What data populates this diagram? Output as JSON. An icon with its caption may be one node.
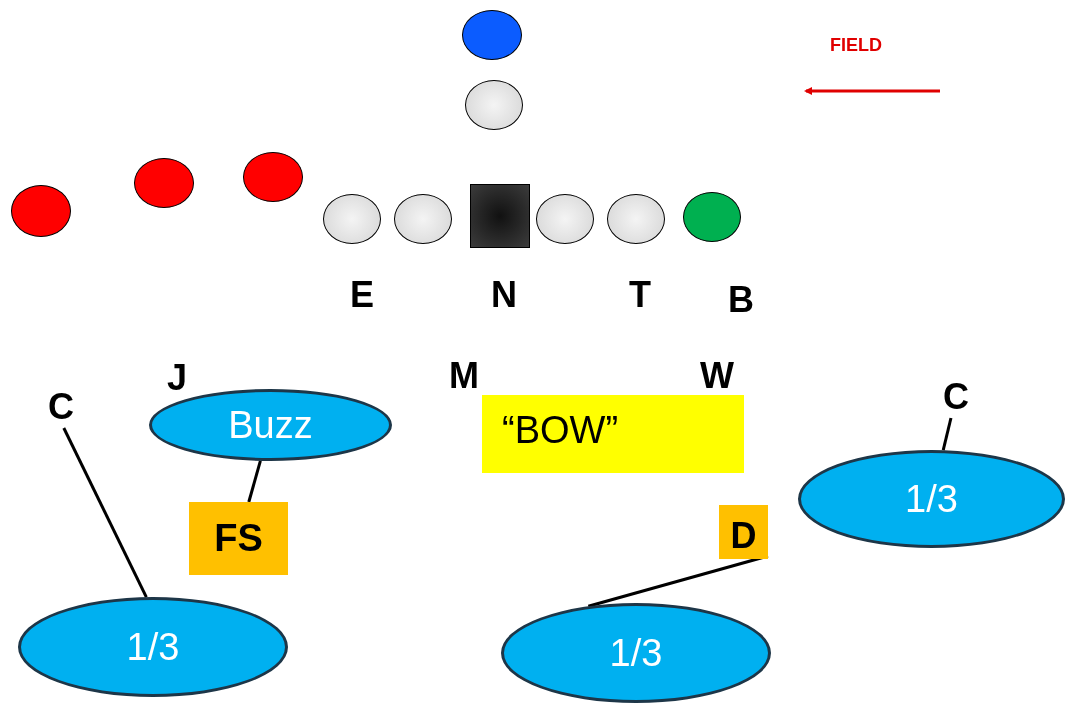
{
  "diagram": {
    "nodes": [
      {
        "text": [],
        "shape": "circle"
      },
      {
        "text": [],
        "shape": "circle"
      },
      {
        "text": [],
        "shape": "circle"
      },
      {
        "text": [],
        "shape": "circle"
      },
      {
        "text": [],
        "shape": "circle"
      },
      {
        "text": [],
        "shape": "circle"
      },
      {
        "text": [],
        "shape": "circle"
      },
      {
        "text": [],
        "shape": "box"
      },
      {
        "text": [],
        "shape": "circle"
      },
      {
        "text": [],
        "shape": "circle"
      },
      {
        "text": [],
        "shape": "circle"
      },
      {
        "text": [
          "C"
        ]
      },
      {
        "text": [
          "C"
        ]
      },
      {
        "text": [
          "Buzz"
        ]
      },
      {
        "text": [
          "“BOW”"
        ]
      },
      {
        "text": [
          "1/3"
        ]
      },
      {
        "text": [
          "FS"
        ]
      },
      {
        "text": [
          "D"
        ]
      },
      {
        "text": [
          "1/3"
        ]
      },
      {
        "text": [
          "1/3"
        ]
      }
    ],
    "edges": [
      {
        "from": 11,
        "to": 18,
        "arrow": "none"
      },
      {
        "from": 13,
        "to": 16,
        "arrow": "none"
      },
      {
        "from": 17,
        "to": 19,
        "arrow": "none"
      },
      {
        "from": 12,
        "to": 15,
        "arrow": "none"
      }
    ],
    "labels": [
      "FIELD",
      "E",
      "N",
      "T",
      "B",
      "J",
      "M",
      "W"
    ]
  }
}
